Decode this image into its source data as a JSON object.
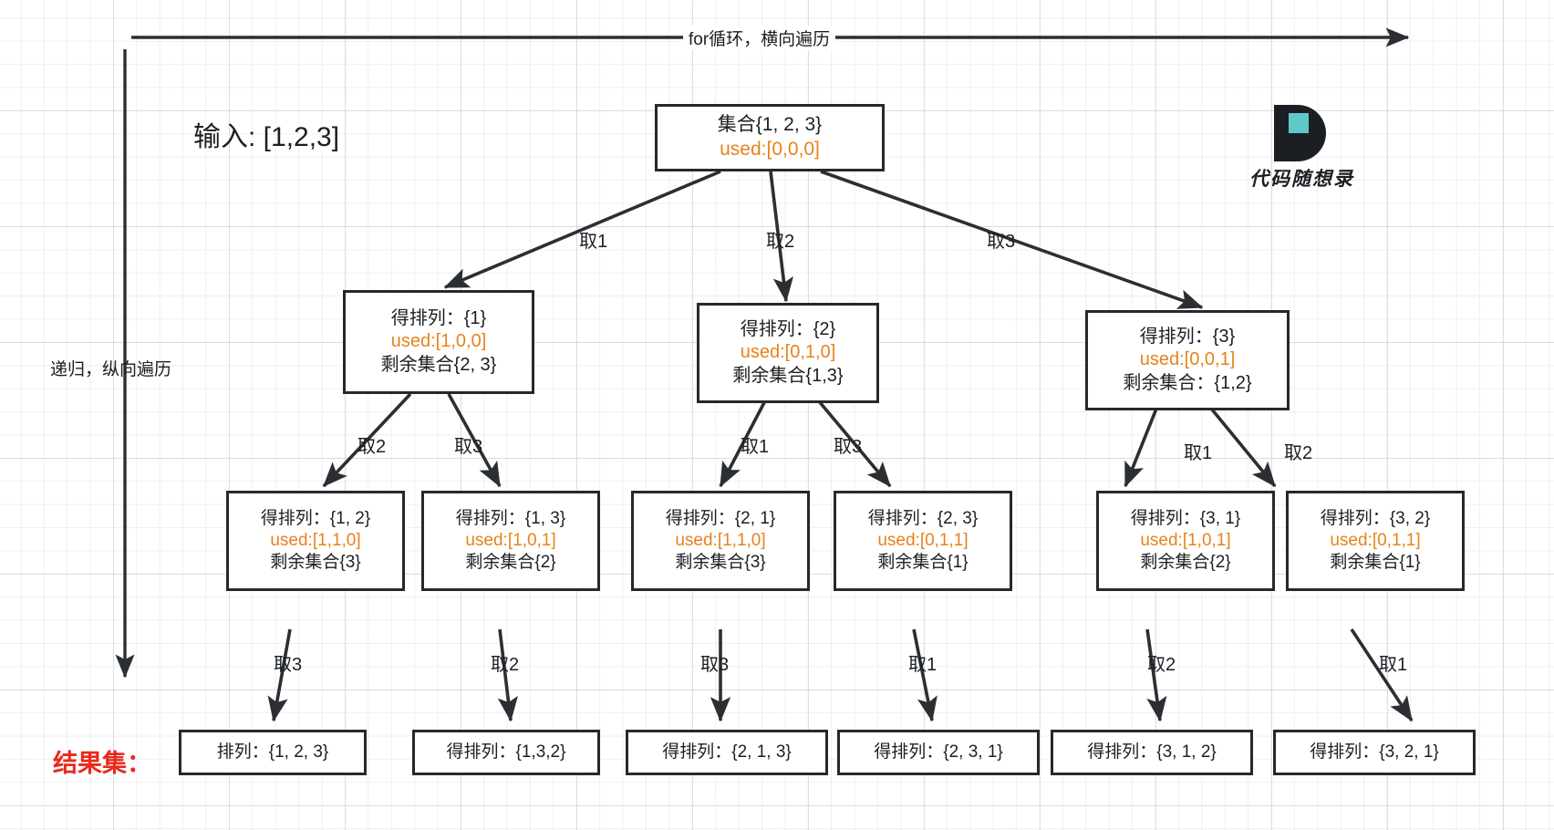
{
  "diagram": {
    "title_input": "输入: [1,2,3]",
    "horizontal_axis_label": "for循环，横向遍历",
    "vertical_axis_label": "递归，纵向遍历",
    "result_label": "结果集：",
    "logo_caption": "代码随想录",
    "logo_letter": "D"
  },
  "nodes": {
    "root": {
      "line1": "集合{1, 2, 3}",
      "line2": "used:[0,0,0]"
    },
    "level1": [
      {
        "line1": "得排列：{1}",
        "line2": "used:[1,0,0]",
        "line3": "剩余集合{2, 3}"
      },
      {
        "line1": "得排列：{2}",
        "line2": "used:[0,1,0]",
        "line3": "剩余集合{1,3}"
      },
      {
        "line1": "得排列：{3}",
        "line2": "used:[0,0,1]",
        "line3": "剩余集合：{1,2}"
      }
    ],
    "level2": [
      {
        "line1": "得排列：{1, 2}",
        "line2": "used:[1,1,0]",
        "line3": "剩余集合{3}"
      },
      {
        "line1": "得排列：{1, 3}",
        "line2": "used:[1,0,1]",
        "line3": "剩余集合{2}"
      },
      {
        "line1": "得排列：{2, 1}",
        "line2": "used:[1,1,0]",
        "line3": "剩余集合{3}"
      },
      {
        "line1": "得排列：{2, 3}",
        "line2": "used:[0,1,1]",
        "line3": "剩余集合{1}"
      },
      {
        "line1": "得排列：{3, 1}",
        "line2": "used:[1,0,1]",
        "line3": "剩余集合{2}"
      },
      {
        "line1": "得排列：{3, 2}",
        "line2": "used:[0,1,1]",
        "line3": "剩余集合{1}"
      }
    ],
    "results": [
      {
        "text": "排列：{1, 2, 3}"
      },
      {
        "text": "得排列：{1,3,2}"
      },
      {
        "text": "得排列：{2, 1, 3}"
      },
      {
        "text": "得排列：{2, 3, 1}"
      },
      {
        "text": "得排列：{3, 1, 2}"
      },
      {
        "text": "得排列：{3, 2, 1}"
      }
    ]
  },
  "edge_labels": {
    "root_to_l1": [
      "取1",
      "取2",
      "取3"
    ],
    "l1_to_l2": [
      "取2",
      "取3",
      "取1",
      "取3",
      "取1",
      "取2"
    ],
    "l2_to_res": [
      "取3",
      "取2",
      "取3",
      "取1",
      "取2",
      "取1"
    ]
  },
  "colors": {
    "box_border": "#24292e",
    "used_text": "#e8821a",
    "result_label": "#e8291c",
    "arrow": "#2b2f33",
    "grid": "#c8cdd2",
    "logo_accent": "#5fc8c8"
  }
}
